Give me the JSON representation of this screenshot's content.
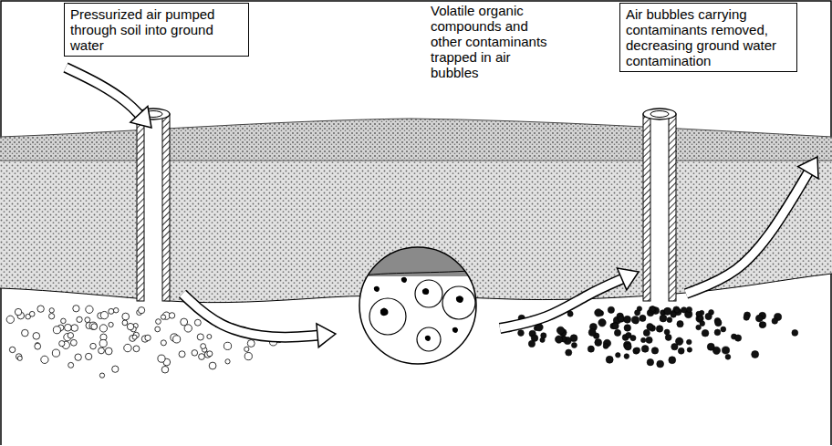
{
  "diagram": {
    "nodes": [
      {
        "text": [
          "Pressurized air pumped through soil into ground water"
        ]
      },
      {
        "text": [
          "Air bubbles carrying contaminants removed, decreasing ground water contamination"
        ]
      }
    ],
    "labels": [
      "Volatile organic compounds and other contaminants trapped in air bubbles"
    ]
  }
}
